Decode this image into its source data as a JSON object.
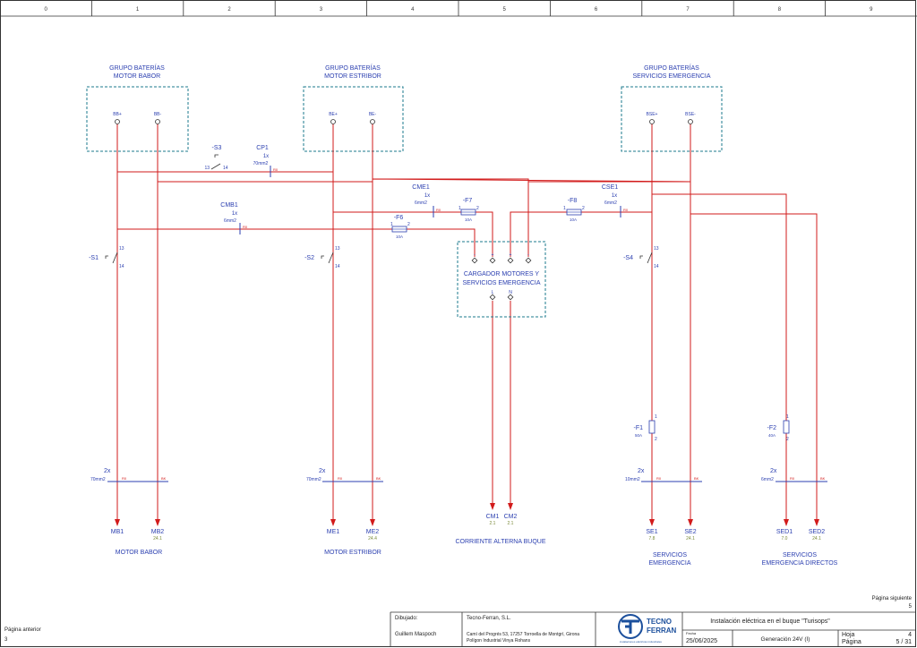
{
  "ruler": {
    "columns": [
      "0",
      "1",
      "2",
      "3",
      "4",
      "5",
      "6",
      "7",
      "8",
      "9"
    ]
  },
  "battery_groups": [
    {
      "title_line1": "GRUPO BATERÍAS",
      "title_line2": "MOTOR BABOR",
      "t1": "BB+",
      "t2": "BB-"
    },
    {
      "title_line1": "GRUPO BATERÍAS",
      "title_line2": "MOTOR ESTRIBOR",
      "t1": "BE+",
      "t2": "BE-"
    },
    {
      "title_line1": "GRUPO BATERÍAS",
      "title_line2": "SERVICIOS EMERGENCIA",
      "t1": "BSE+",
      "t2": "BSE-"
    }
  ],
  "switches": [
    {
      "tag": "-S3",
      "n1": "13",
      "n2": "14"
    },
    {
      "tag": "-S1",
      "n1": "13",
      "n2": "14"
    },
    {
      "tag": "-S2",
      "n1": "13",
      "n2": "14"
    },
    {
      "tag": "-S4",
      "n1": "13",
      "n2": "14"
    }
  ],
  "cables": [
    {
      "tag": "CP1",
      "qty": "1x",
      "section": "70mm2",
      "cond": "R0"
    },
    {
      "tag": "CME1",
      "qty": "1x",
      "section": "6mm2",
      "cond": "R0"
    },
    {
      "tag": "CMB1",
      "qty": "1x",
      "section": "6mm2",
      "cond": "R0"
    },
    {
      "tag": "CSE1",
      "qty": "1x",
      "section": "6mm2",
      "cond": "R0"
    }
  ],
  "fuses_h": [
    {
      "tag": "-F6",
      "rating": "10A",
      "p1": "1",
      "p2": "2"
    },
    {
      "tag": "-F7",
      "rating": "10A",
      "p1": "1",
      "p2": "2"
    },
    {
      "tag": "-F8",
      "rating": "10A",
      "p1": "1",
      "p2": "2"
    }
  ],
  "fuses_v": [
    {
      "tag": "-F1",
      "rating": "50A",
      "p1": "1",
      "p2": "2"
    },
    {
      "tag": "-F2",
      "rating": "40A",
      "p1": "1",
      "p2": "2"
    }
  ],
  "charger": {
    "line1": "CARGADOR MOTORES Y",
    "line2": "SERVICIOS EMERGENCIA",
    "top_pins": [
      "-",
      "+",
      "+",
      "-"
    ],
    "bottom_pins": [
      "L",
      "N"
    ]
  },
  "bottom_cables": [
    {
      "qty": "2x",
      "section": "70mm2",
      "c1": "R0",
      "c2": "BK"
    },
    {
      "qty": "2x",
      "section": "70mm2",
      "c1": "R0",
      "c2": "BK"
    },
    {
      "qty": "2x",
      "section": "10mm2",
      "c1": "R0",
      "c2": "BK"
    },
    {
      "qty": "2x",
      "section": "6mm2",
      "c1": "R0",
      "c2": "BK"
    }
  ],
  "terminals": [
    {
      "tag": "MB1",
      "ref": ""
    },
    {
      "tag": "MB2",
      "ref": "24.1"
    },
    {
      "tag": "ME1",
      "ref": ""
    },
    {
      "tag": "ME2",
      "ref": "24.4"
    },
    {
      "tag": "CM1",
      "ref": "2.1"
    },
    {
      "tag": "CM2",
      "ref": "2.1"
    },
    {
      "tag": "SE1",
      "ref": "7.8"
    },
    {
      "tag": "SE2",
      "ref": "24.1"
    },
    {
      "tag": "SED1",
      "ref": "7.0"
    },
    {
      "tag": "SED2",
      "ref": "24.1"
    }
  ],
  "group_labels": {
    "motor_babor": "MOTOR BABOR",
    "motor_estribor": "MOTOR ESTRIBOR",
    "corriente_alterna": "CORRIENTE ALTERNA BUQUE",
    "servicios_emergencia_1": "SERVICIOS",
    "servicios_emergencia_2": "EMERGENCIA",
    "servicios_directos_1": "SERVICIOS",
    "servicios_directos_2": "EMERGENCIA DIRECTOS"
  },
  "page_nav": {
    "next_label": "Página siguiente",
    "next_value": "5",
    "prev_label": "Página anterior",
    "prev_value": "3"
  },
  "title_block": {
    "dibujado_label": "Dibujado:",
    "dibujado_name": "Guillem Maspoch",
    "company": "Tecno-Ferran, S.L.",
    "address1": "Camí del Progrés 53, 17257 Torroella de Montgrí, Girona",
    "address2": "Polígon Industrial Vinya Rohans",
    "logo_line1": "TECNO",
    "logo_line2": "FERRAN",
    "logo_tagline": "instalaciones eléctricas industriales",
    "project_title": "Instalación eléctrica en el buque \"Turisops\"",
    "fecha_label": "Fecha",
    "fecha": "25/06/2025",
    "section": "Generación 24V (I)",
    "hoja_label": "Hoja",
    "hoja": "4",
    "pagina_label": "Página",
    "pagina": "5 / 31"
  },
  "colors": {
    "wire": "#d21b1b",
    "text": "#2b3fb0",
    "frame": "#1b7a8c",
    "ref": "#7a8a3a"
  }
}
